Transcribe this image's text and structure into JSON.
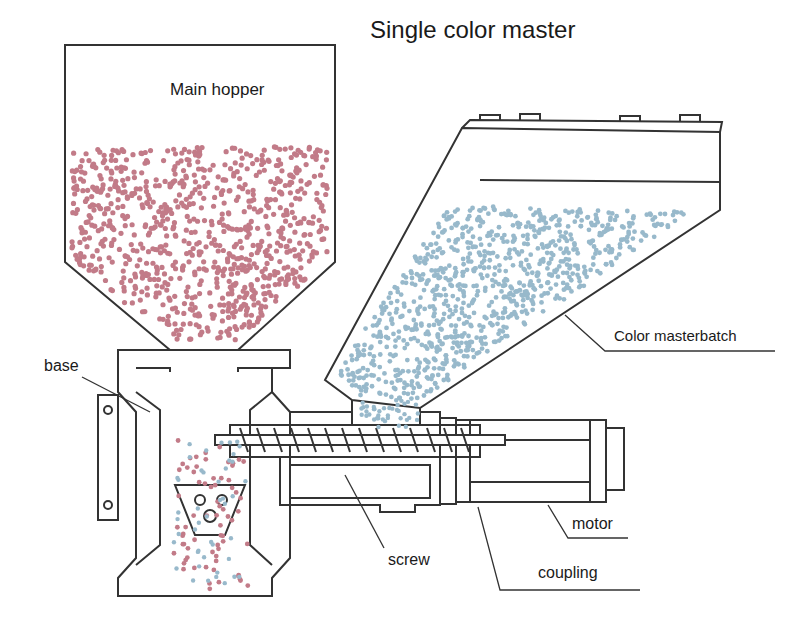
{
  "diagram": {
    "title": "Single color master",
    "labels": [
      "Main hopper",
      "Color masterbatch",
      "base",
      "screw",
      "motor",
      "coupling"
    ]
  }
}
